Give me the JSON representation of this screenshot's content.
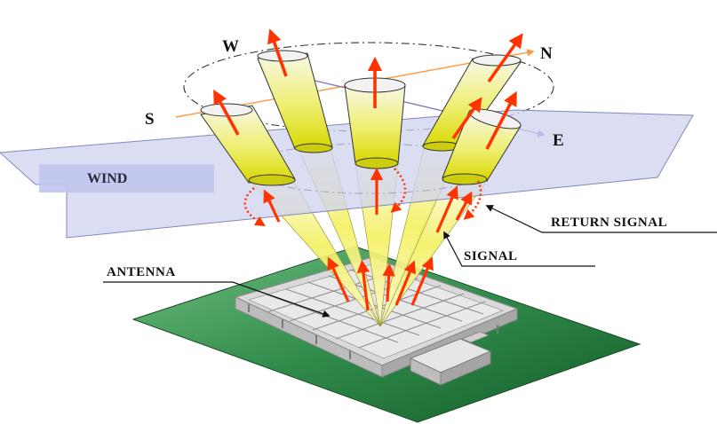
{
  "directions": {
    "w": "W",
    "n": "N",
    "s": "S",
    "e": "E"
  },
  "labels": {
    "wind": "WIND",
    "antenna": "ANTENNA",
    "signal": "SIGNAL",
    "return_signal": "RETURN SIGNAL"
  },
  "colors": {
    "wind_band": "#cfd3ef",
    "beam_yellow": "#e0e000",
    "arrow_red": "#ff3300",
    "ground_green": "#2f8a4a",
    "ns_axis": "#ff9a40",
    "we_axis": "#8a70c0"
  }
}
